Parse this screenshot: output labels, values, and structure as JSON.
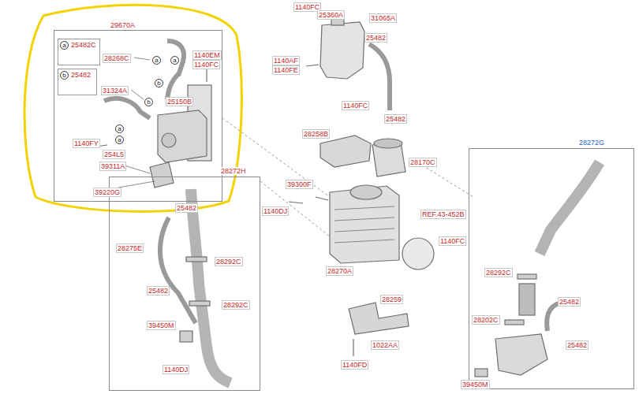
{
  "diagram": {
    "nodes": [
      {
        "text": [
          "29670A"
        ]
      },
      {
        "text": [
          "a",
          "25482C"
        ],
        "in": 0
      },
      {
        "text": [
          "b",
          "25482"
        ],
        "in": 0
      },
      {
        "text": [
          "28272H"
        ]
      },
      {
        "text": [
          "28272G"
        ]
      }
    ],
    "labels": [
      "28268C",
      "a",
      "a",
      "1140EM",
      "1140FC",
      "b",
      "b",
      "31324A",
      "25150B",
      "1140FY",
      "a",
      "a",
      "254L5",
      "39311A",
      "39220G",
      "1140FC",
      "25360A",
      "31065A",
      "25482",
      "1140AF",
      "1140FE",
      "1140FC",
      "25482",
      "28258B",
      "28170C",
      "39300F",
      "1140DJ",
      "REF.43-452B",
      "1140FC",
      "28270A",
      "28259",
      "1022AA",
      "1140FD",
      "25482",
      "28275E",
      "28292C",
      "25482",
      "28292C",
      "39450M",
      "1140DJ",
      "28292C",
      "25482",
      "28202C",
      "25482",
      "39450M"
    ]
  }
}
